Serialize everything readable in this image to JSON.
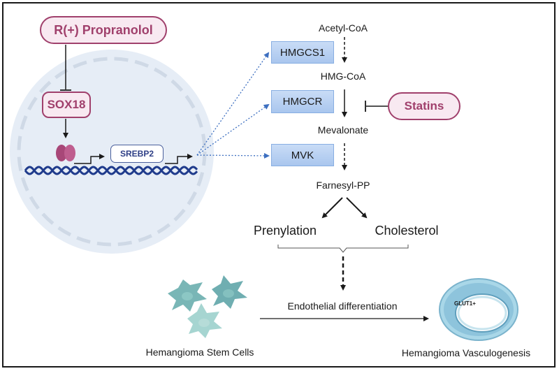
{
  "drugs": {
    "propranolol": "R(+) Propranolol",
    "sox18": "SOX18",
    "statins": "Statins"
  },
  "gene": "SREBP2",
  "enzymes": [
    "HMGCS1",
    "HMGCR",
    "MVK"
  ],
  "metabolites": [
    "Acetyl-CoA",
    "HMG-CoA",
    "Mevalonate",
    "Farnesyl-PP"
  ],
  "branches": {
    "left": "Prenylation",
    "right": "Cholesterol"
  },
  "process": "Endothelial differentiation",
  "marker": "GLUT1+",
  "captions": {
    "cells": "Hemangioma Stem Cells",
    "vessel": "Hemangioma Vasculogenesis"
  },
  "colors": {
    "drug": "#a0406c",
    "drug_fill": "#f8e9f1",
    "enzyme": "#b7d0f2",
    "nucleus": "#e6edf6",
    "dna": "#1f3b8c",
    "cells": "#6aaeae",
    "vessel": "#8ec4dc"
  }
}
